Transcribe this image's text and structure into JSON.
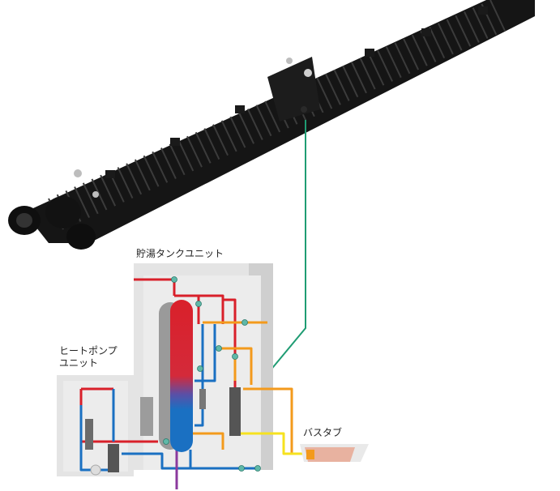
{
  "labels": {
    "tank_unit": "貯湯タンクユニット",
    "heat_pump_line1": "ヒートポンプ",
    "heat_pump_line2": "ユニット",
    "bathtub": "バスタブ"
  },
  "colors": {
    "hot": "#d9202a",
    "cold": "#1a70c2",
    "orange": "#f39a1c",
    "yellow": "#f6e21f",
    "purple": "#8b3a9e",
    "leader": "#1f9c73",
    "device": "#1a1a1a",
    "unit_box": "#e6e6e6",
    "bathtub": "#e8b2a0"
  },
  "device": {
    "name": "cable-device",
    "icon": "ribbed-cable-icon"
  }
}
